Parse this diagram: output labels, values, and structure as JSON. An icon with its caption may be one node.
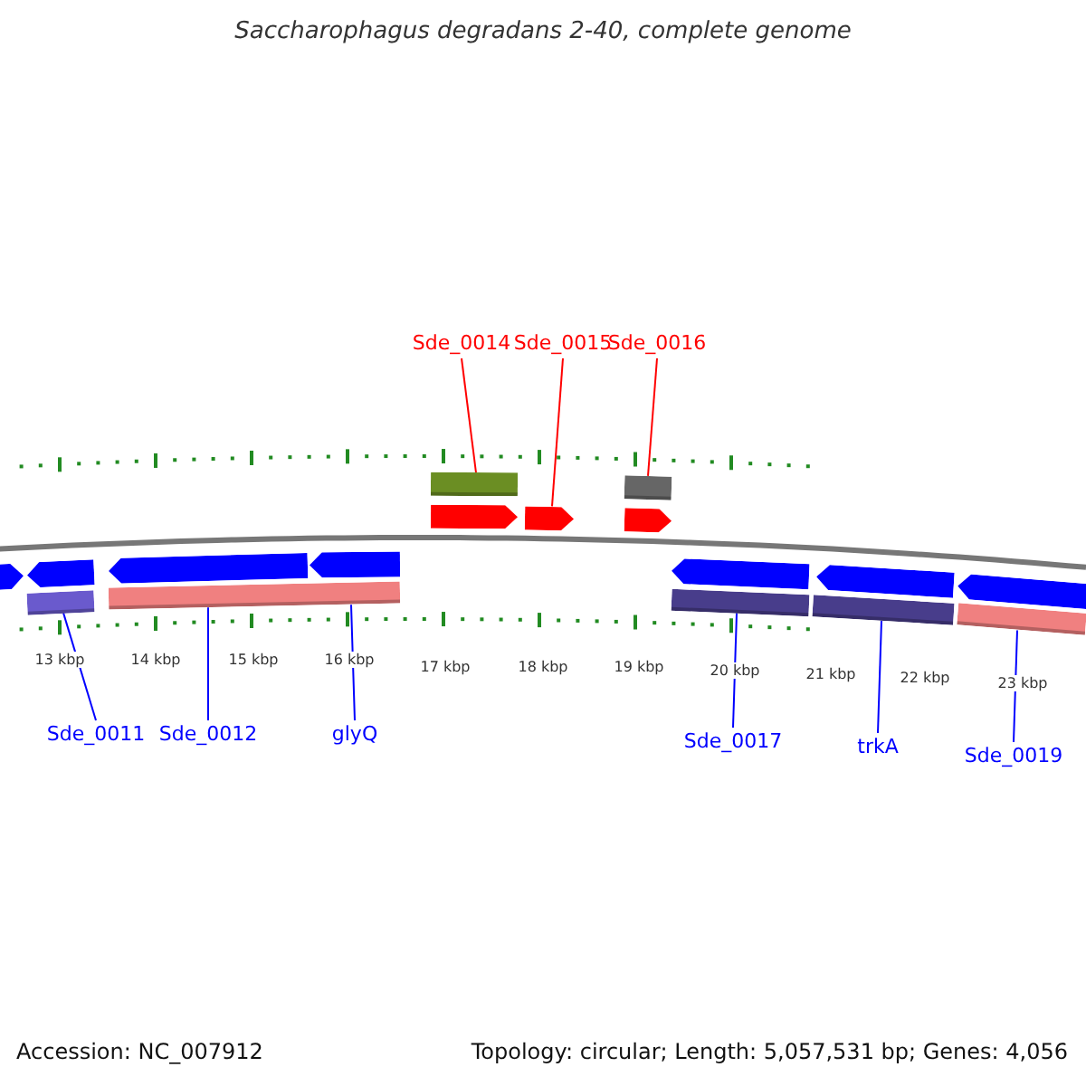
{
  "diagram": {
    "title": "Saccharophagus degradans 2-40, complete genome",
    "nodes": [
      {
        "text": [
          "Sde_0014"
        ]
      },
      {
        "text": [
          "Sde_0015"
        ]
      },
      {
        "text": [
          "Sde_0016"
        ]
      },
      {
        "text": [],
        "shape": "bar"
      },
      {
        "text": [],
        "shape": "bar"
      },
      {
        "text": [],
        "shape": "block"
      },
      {
        "text": [],
        "shape": "block"
      },
      {
        "text": [],
        "shape": "block"
      },
      {
        "text": [],
        "shape": "block"
      },
      {
        "text": [],
        "shape": "block"
      },
      {
        "text": [],
        "shape": "block"
      },
      {
        "text": [],
        "shape": "block"
      },
      {
        "text": [],
        "shape": "block"
      },
      {
        "text": [],
        "shape": "block"
      },
      {
        "text": [],
        "shape": "block"
      },
      {
        "text": [],
        "shape": "bar"
      },
      {
        "text": [],
        "shape": "bar"
      },
      {
        "text": [],
        "shape": "bar"
      },
      {
        "text": [],
        "shape": "bar"
      },
      {
        "text": [],
        "shape": "bar"
      },
      {
        "text": [
          "Sde_0011"
        ]
      },
      {
        "text": [
          "Sde_0012"
        ]
      },
      {
        "text": [
          "glyQ"
        ]
      },
      {
        "text": [
          "Sde_0017"
        ]
      },
      {
        "text": [
          "trkA"
        ]
      },
      {
        "text": [
          "Sde_0019"
        ]
      }
    ],
    "edges": [
      {
        "from": 0,
        "to": 3,
        "arrow": "none",
        "color": "#ff0000"
      },
      {
        "from": 1,
        "to": 6,
        "arrow": "none",
        "color": "#ff0000"
      },
      {
        "from": 2,
        "to": 4,
        "arrow": "none",
        "color": "#ff0000"
      },
      {
        "from": 20,
        "to": 15,
        "arrow": "none"
      },
      {
        "from": 21,
        "to": 16,
        "arrow": "none"
      },
      {
        "from": 22,
        "to": 16,
        "arrow": "none"
      },
      {
        "from": 23,
        "to": 17,
        "arrow": "none"
      },
      {
        "from": 24,
        "to": 18,
        "arrow": "none"
      },
      {
        "from": 25,
        "to": 19,
        "arrow": "none"
      }
    ],
    "labels": [
      "13 kbp",
      "14 kbp",
      "15 kbp",
      "16 kbp",
      "17 kbp",
      "18 kbp",
      "19 kbp",
      "20 kbp",
      "21 kbp",
      "22 kbp",
      "23 kbp",
      "Accession: NC_007912",
      "Topology: circular; Length: 5,057,531 bp; Genes: 4,056"
    ]
  }
}
